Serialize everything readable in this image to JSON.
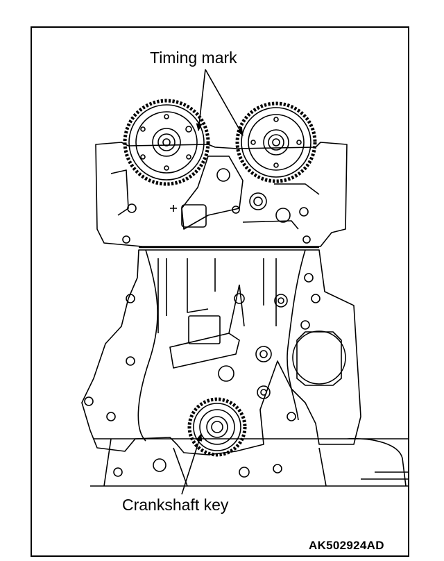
{
  "labels": {
    "timing_mark": "Timing mark",
    "crankshaft_key": "Crankshaft key",
    "figure_code": "AK502924AD"
  }
}
